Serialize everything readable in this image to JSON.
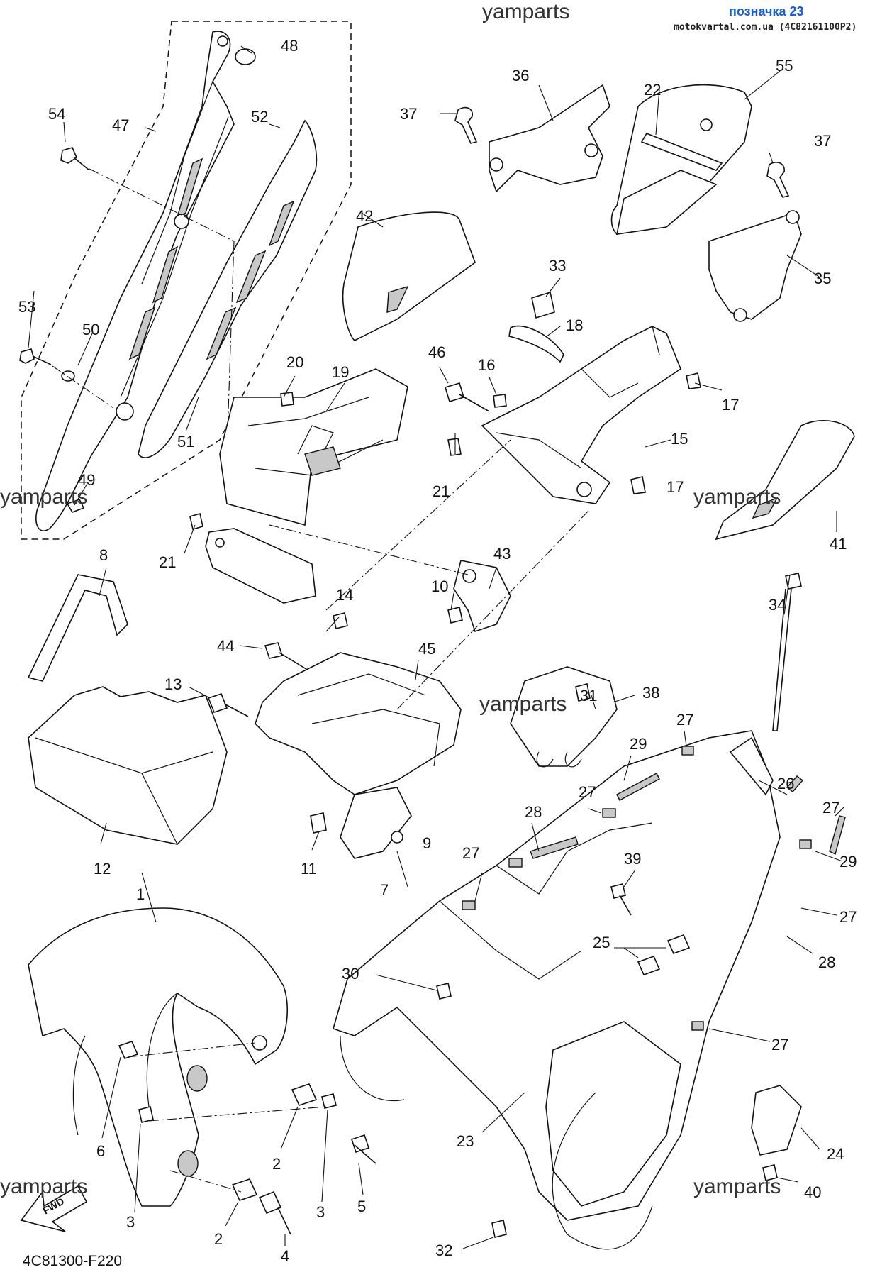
{
  "header": {
    "brand_watermark": "yamparts",
    "title": "позначка 23",
    "source": "motokvartal.com.ua (4C82161100P2)"
  },
  "watermarks": [
    "yamparts",
    "yamparts",
    "yamparts",
    "yamparts",
    "yamparts",
    "yamparts"
  ],
  "diagram_code": "4C81300-F220",
  "fwd_label": "FWD",
  "callouts": {
    "c1": "1",
    "c2a": "2",
    "c2b": "2",
    "c3a": "3",
    "c3b": "3",
    "c4": "4",
    "c5": "5",
    "c6": "6",
    "c7": "7",
    "c8": "8",
    "c9": "9",
    "c10": "10",
    "c11": "11",
    "c12": "12",
    "c13": "13",
    "c14": "14",
    "c15": "15",
    "c16": "16",
    "c17a": "17",
    "c17b": "17",
    "c18": "18",
    "c19": "19",
    "c20": "20",
    "c21a": "21",
    "c21b": "21",
    "c22": "22",
    "c23": "23",
    "c24": "24",
    "c25": "25",
    "c26": "26",
    "c27a": "27",
    "c27b": "27",
    "c27c": "27",
    "c27d": "27",
    "c27e": "27",
    "c27f": "27",
    "c28a": "28",
    "c28b": "28",
    "c29a": "29",
    "c29b": "29",
    "c30": "30",
    "c31": "31",
    "c32": "32",
    "c33": "33",
    "c34": "34",
    "c35": "35",
    "c36": "36",
    "c37a": "37",
    "c37b": "37",
    "c38": "38",
    "c39": "39",
    "c40": "40",
    "c41": "41",
    "c42": "42",
    "c43": "43",
    "c44": "44",
    "c45": "45",
    "c46": "46",
    "c47": "47",
    "c48": "48",
    "c49": "49",
    "c50": "50",
    "c51": "51",
    "c52": "52",
    "c53": "53",
    "c54": "54",
    "c55": "55"
  }
}
